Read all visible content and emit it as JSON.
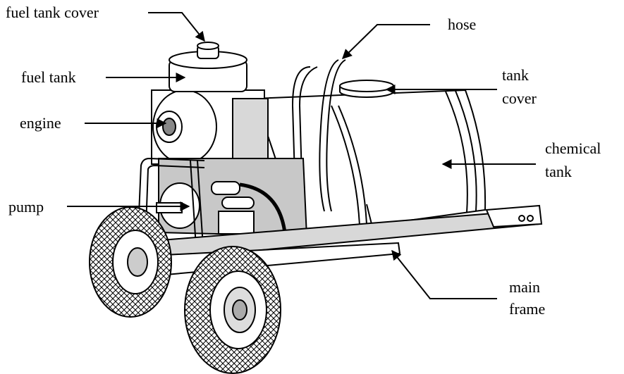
{
  "diagram": {
    "labels": {
      "fuel_tank_cover": "fuel tank cover",
      "fuel_tank": "fuel tank",
      "engine": "engine",
      "pump": "pump",
      "hose": "hose",
      "tank_cover_line1": "tank",
      "tank_cover_line2": "cover",
      "chemical_tank_line1": "chemical",
      "chemical_tank_line2": "tank",
      "main_frame_line1": "main",
      "main_frame_line2": "frame"
    }
  }
}
